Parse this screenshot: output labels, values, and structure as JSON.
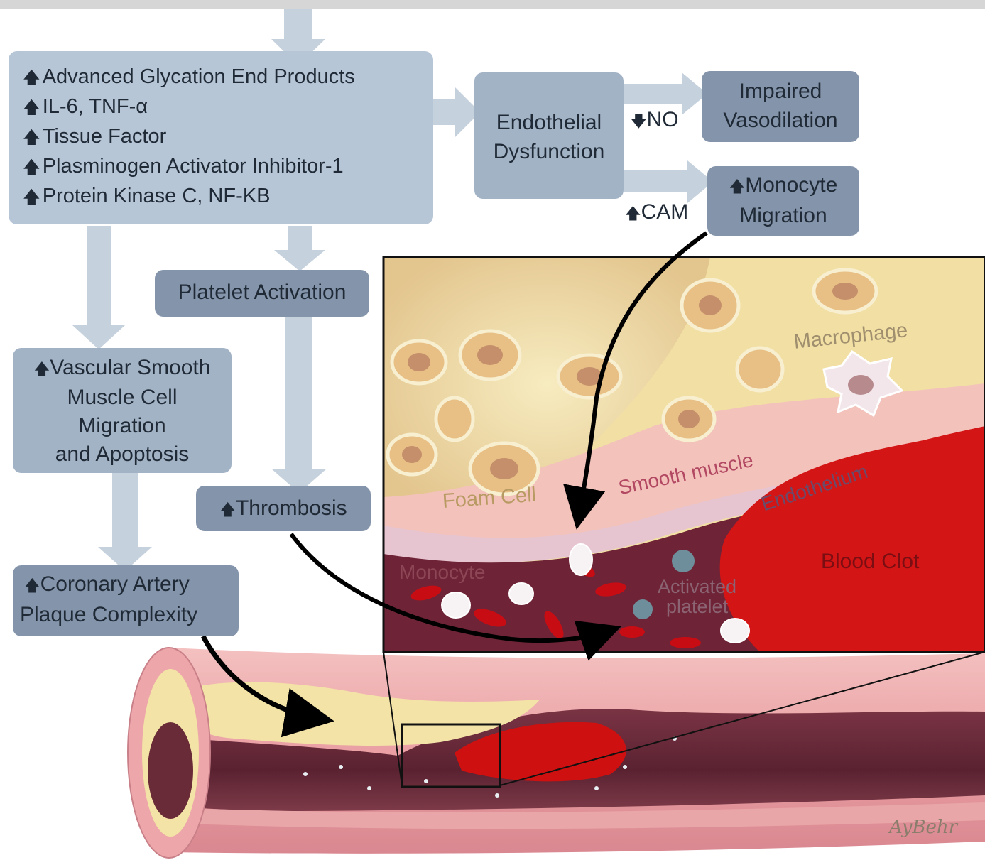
{
  "top_box": {
    "lines": [
      "Advanced Glycation End Products",
      "IL-6, TNF-α",
      "Tissue Factor",
      "Plasminogen Activator Inhibitor-1",
      "Protein Kinase C, NF-KB"
    ]
  },
  "endothelial": {
    "line1": "Endothelial",
    "line2": "Dysfunction"
  },
  "impaired": {
    "line1": "Impaired",
    "line2": "Vasodilation"
  },
  "no_label": "NO",
  "cam_label": "CAM",
  "monocyte_migration": {
    "line1": "Monocyte",
    "line2": "Migration"
  },
  "platelet_activation": "Platelet Activation",
  "vsmc": {
    "line1": "Vascular Smooth",
    "line2": "Muscle Cell",
    "line3": "Migration",
    "line4": "and Apoptosis"
  },
  "thrombosis": "Thrombosis",
  "coronary": {
    "line1": "Coronary Artery",
    "line2": "Plaque Complexity"
  },
  "inset_labels": {
    "macrophage": "Macrophage",
    "foam_cell": "Foam Cell",
    "smooth_muscle": "Smooth muscle",
    "endothelium": "Endothelium",
    "monocyte": "Monocyte",
    "activated_platelet_1": "Activated",
    "activated_platelet_2": "platelet",
    "blood_clot": "Blood Clot"
  },
  "signature": "AyBehr",
  "colors": {
    "box_light": "#b7c6d6",
    "box_mid": "#a3b3c6",
    "box_dark": "#8494aa",
    "plaque": "#f3e3a6",
    "clot": "#d41414",
    "vessel_wall": "#eea9ab",
    "lumen": "#6a2b38"
  }
}
